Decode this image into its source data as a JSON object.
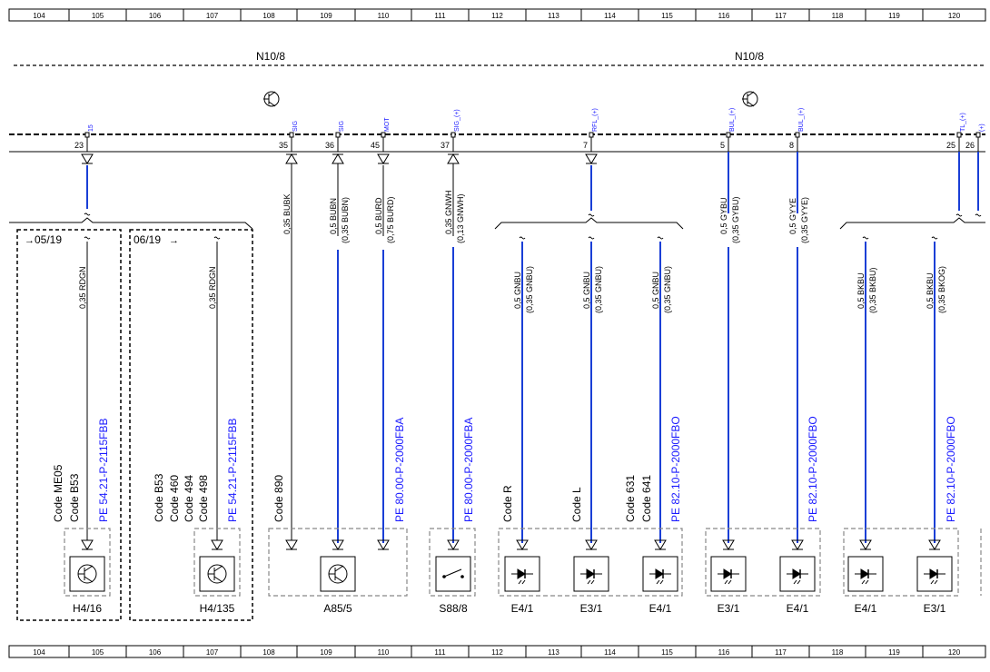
{
  "grid": {
    "top": [
      "104",
      "105",
      "106",
      "107",
      "108",
      "109",
      "110",
      "111",
      "112",
      "113",
      "114",
      "115",
      "116",
      "117",
      "118",
      "119",
      "120"
    ],
    "bottom": [
      "104",
      "105",
      "106",
      "107",
      "108",
      "109",
      "110",
      "111",
      "112",
      "113",
      "114",
      "115",
      "116",
      "117",
      "118",
      "119",
      "120"
    ]
  },
  "module": {
    "left": "N10/8",
    "right": "N10/8"
  },
  "pins": [
    {
      "num": "23",
      "sig": "15"
    },
    {
      "num": "35",
      "sig": "SIG"
    },
    {
      "num": "36",
      "sig": "SIG"
    },
    {
      "num": "45",
      "sig": "MOT"
    },
    {
      "num": "37",
      "sig": "SIG_(+)"
    },
    {
      "num": "7",
      "sig": "RFL_(+)"
    },
    {
      "num": "5",
      "sig": "BUL_(+)"
    },
    {
      "num": "8",
      "sig": "BUL_(+)"
    },
    {
      "num": "25",
      "sig": "TL_(+)"
    },
    {
      "num": "26",
      "sig": "(+)"
    }
  ],
  "wires_upper": [
    {
      "l1": "0,35 BUBK",
      "l2": ""
    },
    {
      "l1": "0,5 BUBN",
      "l2": "(0,35 BUBN)"
    },
    {
      "l1": "0,5 BURD",
      "l2": "(0,75 BURD)"
    },
    {
      "l1": "0,35 GNWH",
      "l2": "(0,13 GNWH)"
    },
    {
      "l1": "0,5 GYBU",
      "l2": "(0,35 GYBU)"
    },
    {
      "l1": "0,5 GYYE",
      "l2": "(0,35 GYYE)"
    }
  ],
  "wires_lower": [
    {
      "l1": "0,35 RDGN",
      "l2": ""
    },
    {
      "l1": "0,35 RDGN",
      "l2": ""
    },
    {
      "l1": "0,5 GNBU",
      "l2": "(0,35 GNBU)"
    },
    {
      "l1": "0,5 GNBU",
      "l2": "(0,35 GNBU)"
    },
    {
      "l1": "0,5 GNBU",
      "l2": "(0,35 GNBU)"
    },
    {
      "l1": "0,5 BKBU",
      "l2": "(0,35 BKBU)"
    },
    {
      "l1": "0,5 BKBU",
      "l2": "(0,35 BKOG)"
    }
  ],
  "variants": {
    "left": "05/19",
    "right": "06/19"
  },
  "pe_refs": [
    "PE 54.21-P-2115FBB",
    "PE 54.21-P-2115FBB",
    "PE 80.00-P-2000FBA",
    "PE 80.00-P-2000FBA",
    "PE 82.10-P-2000FBO",
    "PE 82.10-P-2000FBO",
    "PE 82.10-P-2000FBO"
  ],
  "codes": [
    [
      "Code ME05",
      "Code B53"
    ],
    [
      "Code B53",
      "Code 460",
      "Code 494",
      "Code 498"
    ],
    [
      "Code 890"
    ],
    [
      "Code R"
    ],
    [
      "Code L"
    ],
    [
      "Code 631",
      "Code 641"
    ]
  ],
  "components": [
    "H4/16",
    "H4/135",
    "A85/5",
    "S88/8",
    "E4/1",
    "E3/1",
    "E4/1",
    "E3/1",
    "E4/1",
    "E4/1",
    "E3/1"
  ],
  "colors": {
    "wire_blue": "#1a3fd6",
    "label_blue": "#1a1aff"
  }
}
